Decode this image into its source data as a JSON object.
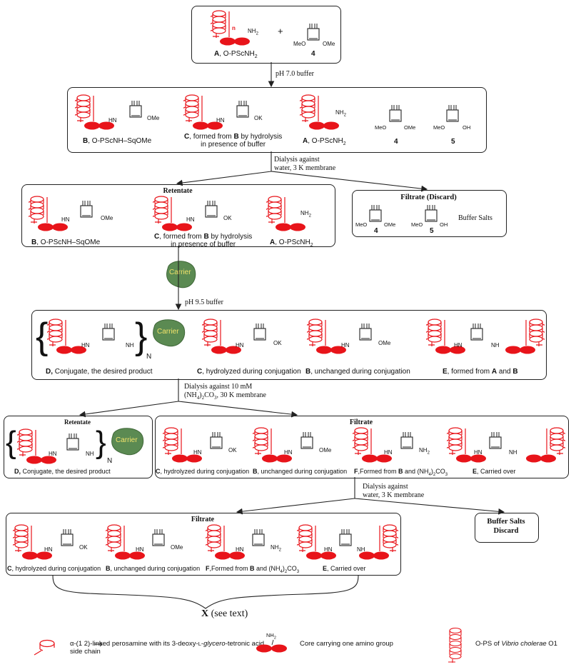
{
  "colors": {
    "red": "#e8141a",
    "carrier_green": "#5b8a52",
    "carrier_text": "#f2e36b"
  },
  "sub": {
    "n": "n",
    "nh2": "NH",
    "nh2_sub": "2"
  },
  "boxes": {
    "start": {
      "caption_A_letter": "A",
      "caption_A_rest": ", O-PScNH",
      "caption_A_sub": "2",
      "plus": "+",
      "reagent_4": "4",
      "ome_left": "MeO",
      "ome_right": "OMe"
    },
    "step1": {
      "arrow_label": "pH 7.0 buffer",
      "b_caption_letter": "B",
      "b_caption_rest": ", O-PScNH–SqOMe",
      "c_caption_letter": "C",
      "c_caption_rest_1": ", formed from ",
      "c_caption_B": "B",
      "c_caption_rest_2": " by hydrolysis",
      "c_caption_line2": "in presence of buffer",
      "a_caption_letter": "A",
      "a_caption_rest": ", O-PScNH",
      "a_caption_sub": "2",
      "label_4": "4",
      "label_5": "5",
      "ome": "OMe",
      "ok": "OK",
      "hn": "HN",
      "meo": "MeO",
      "oh": "OH"
    },
    "dialysis1": {
      "line1": "Dialysis against",
      "line2": "water, 3 K membrane"
    },
    "retentate1": {
      "title": "Retentate"
    },
    "filtrate1": {
      "title": "Filtrate (Discard)",
      "buffer_salts": "Buffer Salts",
      "label_4": "4",
      "label_5": "5"
    },
    "carrier_step": {
      "carrier": "Carrier",
      "arrow_label": "pH 9.5 buffer"
    },
    "conjugation": {
      "d_caption_letter": "D,",
      "d_caption_rest": " Conjugate, the desired product",
      "c_caption_letter": "C",
      "c_caption_rest": ", hydrolyzed during conjugation",
      "b_caption_letter": "B",
      "b_caption_rest": ", unchanged during conjugation",
      "e_caption_letter": "E",
      "e_caption_rest_1": ", formed from ",
      "e_caption_A": "A",
      "e_caption_and": " and ",
      "e_caption_B": "B",
      "bracket_N": "N",
      "nh": "NH"
    },
    "dialysis2": {
      "line1": "Dialysis against 10 mM",
      "line2a": "(NH",
      "line2_sub1": "4",
      "line2b": ")",
      "line2_sub2": "2",
      "line2c": "CO",
      "line2_sub3": "3",
      "line2d": ", 30 K membrane"
    },
    "retentate2": {
      "title": "Retentate"
    },
    "filtrate2": {
      "title": "Filtrate",
      "c_caption_letter": "C",
      "c_caption_rest": ", hydrolyzed during conjugation",
      "b_caption_letter": "B",
      "b_caption_rest": ", unchanged during conjugation",
      "f_caption_letter": "F",
      "f_caption_rest_1": ",Formed from ",
      "f_caption_B": "B",
      "f_caption_rest_2": " and (NH",
      "f_caption_sub1": "4",
      "f_caption_rest_3": ")",
      "f_caption_sub2": "2",
      "f_caption_rest_4": "CO",
      "f_caption_sub3": "3",
      "e_caption_letter": "E",
      "e_caption_rest": ", Carried over"
    },
    "dialysis3": {
      "line1": "Dialysis against",
      "line2": "water, 3 K membrane"
    },
    "buffer_discard": {
      "line1": "Buffer Salts",
      "line2": "Discard"
    },
    "filtrate3": {
      "title": "Filtrate"
    }
  },
  "x_label": {
    "bold": "X",
    "rest": " (see text)"
  },
  "legend": {
    "perosamine_text": "α-(1   2)-linked perosamine with its 3-deoxy-",
    "perosamine_L": "L",
    "perosamine_dash": "-",
    "perosamine_glycero": "glycero",
    "perosamine_tetronic": "-tetronic acid",
    "perosamine_line2": "side chain",
    "core_text": "Core carrying one amino group",
    "ops_text": "O-PS of ",
    "ops_italic": "Vibrio cholerae",
    "ops_rest": " O1"
  }
}
